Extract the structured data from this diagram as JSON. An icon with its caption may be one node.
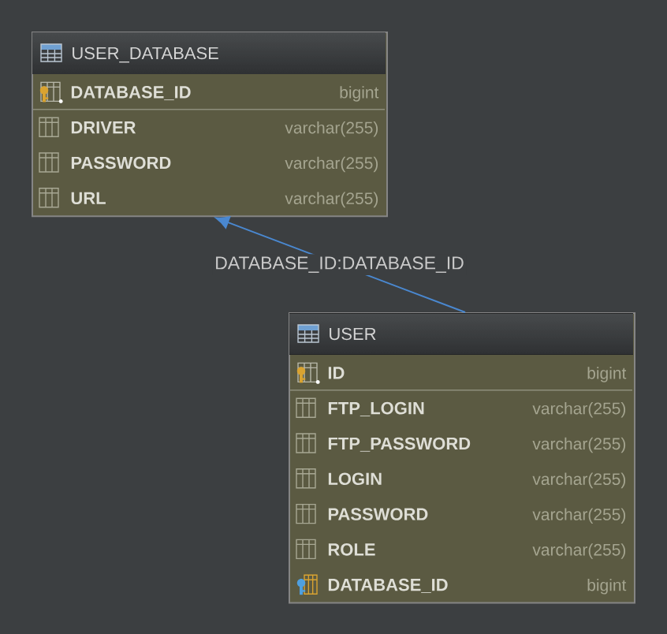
{
  "diagram": {
    "nodes": [
      {
        "text": [
          "USER_DATABASE",
          "DATABASE_ID",
          "bigint",
          "DRIVER",
          "varchar(255)",
          "PASSWORD",
          "varchar(255)",
          "URL",
          "varchar(255)"
        ]
      },
      {
        "text": [
          "USER",
          "ID",
          "bigint",
          "FTP_LOGIN",
          "varchar(255)",
          "FTP_PASSWORD",
          "varchar(255)",
          "LOGIN",
          "varchar(255)",
          "PASSWORD",
          "varchar(255)",
          "ROLE",
          "varchar(255)",
          "DATABASE_ID",
          "bigint"
        ]
      }
    ],
    "edges": [
      {
        "from": 1,
        "to": 0,
        "arrow": "to",
        "label": "DATABASE_ID:DATABASE_ID"
      }
    ]
  }
}
